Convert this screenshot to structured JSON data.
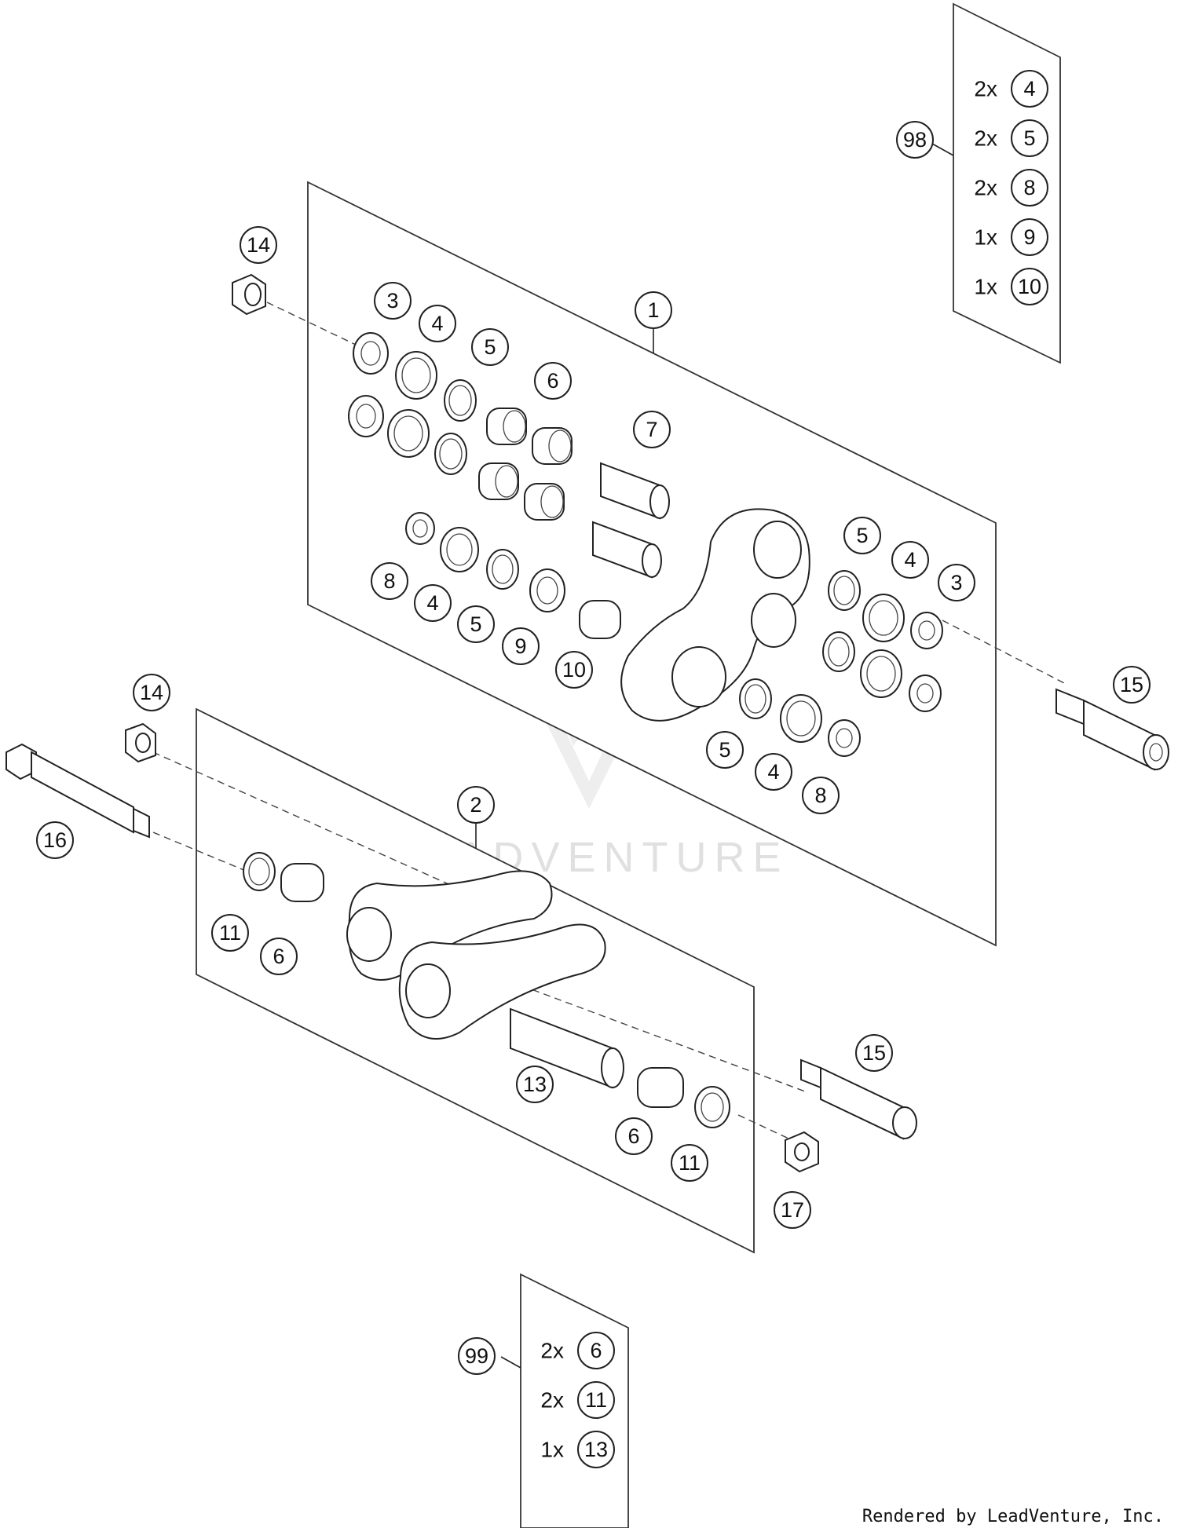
{
  "diagram": {
    "watermark_text": "LEADVENTURE",
    "credit": "Rendered by LeadVenture, Inc.",
    "callouts": [
      "1",
      "2",
      "3",
      "4",
      "5",
      "6",
      "7",
      "8",
      "9",
      "10",
      "11",
      "13",
      "14",
      "15",
      "16",
      "17",
      "98",
      "99"
    ],
    "kit_98": {
      "label": "98",
      "items": [
        {
          "qty": "2x",
          "part": "4"
        },
        {
          "qty": "2x",
          "part": "5"
        },
        {
          "qty": "2x",
          "part": "8"
        },
        {
          "qty": "1x",
          "part": "9"
        },
        {
          "qty": "1x",
          "part": "10"
        }
      ]
    },
    "kit_99": {
      "label": "99",
      "items": [
        {
          "qty": "2x",
          "part": "6"
        },
        {
          "qty": "2x",
          "part": "11"
        },
        {
          "qty": "1x",
          "part": "13"
        }
      ]
    }
  }
}
